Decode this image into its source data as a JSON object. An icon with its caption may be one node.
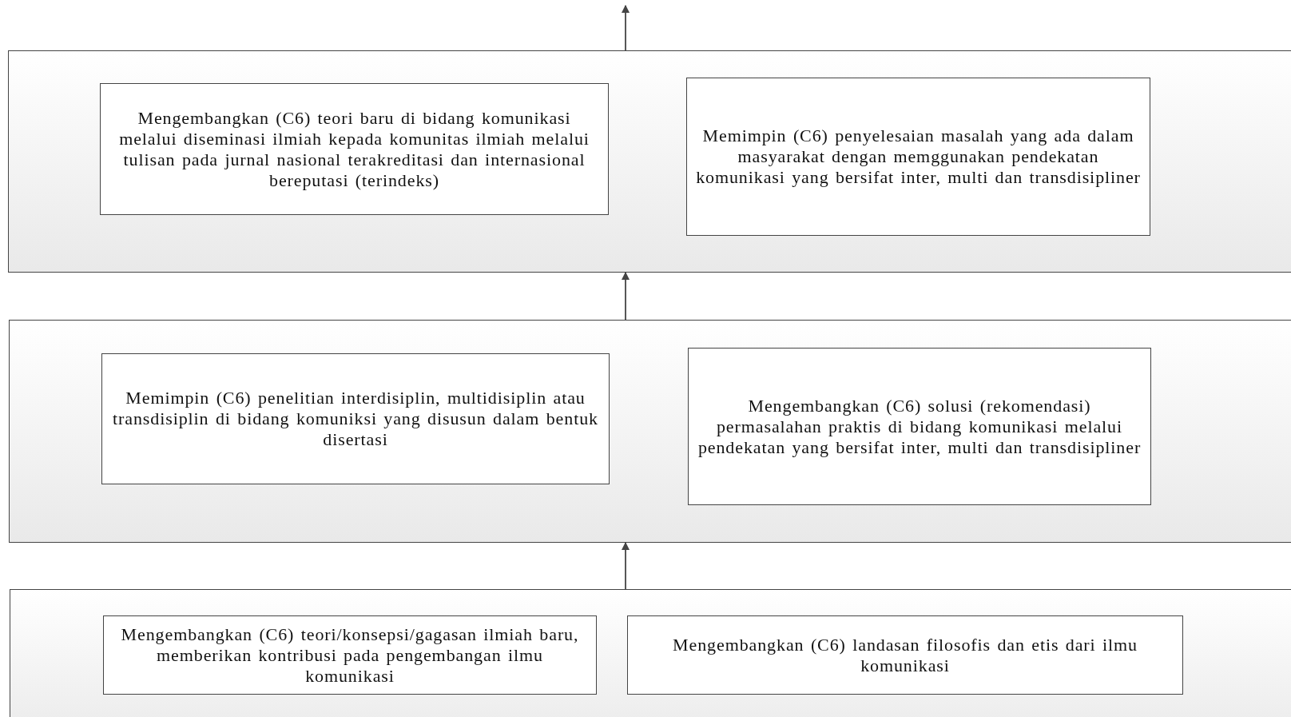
{
  "diagram": {
    "nodes": [
      {
        "text": [],
        "shape": "box"
      },
      {
        "text": [
          "Mengembangkan (C6) teori baru di bidang komunikasi melalui diseminasi ilmiah kepada komunitas ilmiah melalui tulisan pada jurnal nasional terakreditasi dan internasional bereputasi (terindeks)"
        ],
        "in": 0
      },
      {
        "text": [
          "Memimpin (C6) penyelesaian masalah yang ada dalam masyarakat dengan memggunakan pendekatan komunikasi yang bersifat inter, multi dan transdisipliner"
        ],
        "in": 0
      },
      {
        "text": [],
        "shape": "box"
      },
      {
        "text": [
          "Memimpin (C6) penelitian interdisiplin, multidisiplin atau transdisiplin di bidang komuniksi yang disusun dalam bentuk disertasi"
        ],
        "in": 3
      },
      {
        "text": [
          "Mengembangkan (C6) solusi (rekomendasi) permasalahan praktis di bidang komunikasi melalui pendekatan yang bersifat inter, multi dan transdisipliner"
        ],
        "in": 3
      },
      {
        "text": [],
        "shape": "box"
      },
      {
        "text": [
          "Mengembangkan (C6) teori/konsepsi/gagasan ilmiah baru, memberikan kontribusi pada pengembangan ilmu komunikasi"
        ],
        "in": 6
      },
      {
        "text": [
          "Mengembangkan (C6) landasan filosofis dan etis dari ilmu komunikasi"
        ],
        "in": 6
      }
    ],
    "edges": [
      {
        "from": 0,
        "to": null,
        "arrow": "to"
      },
      {
        "from": 3,
        "to": 0,
        "arrow": "to"
      },
      {
        "from": 6,
        "to": 3,
        "arrow": "to"
      }
    ]
  }
}
